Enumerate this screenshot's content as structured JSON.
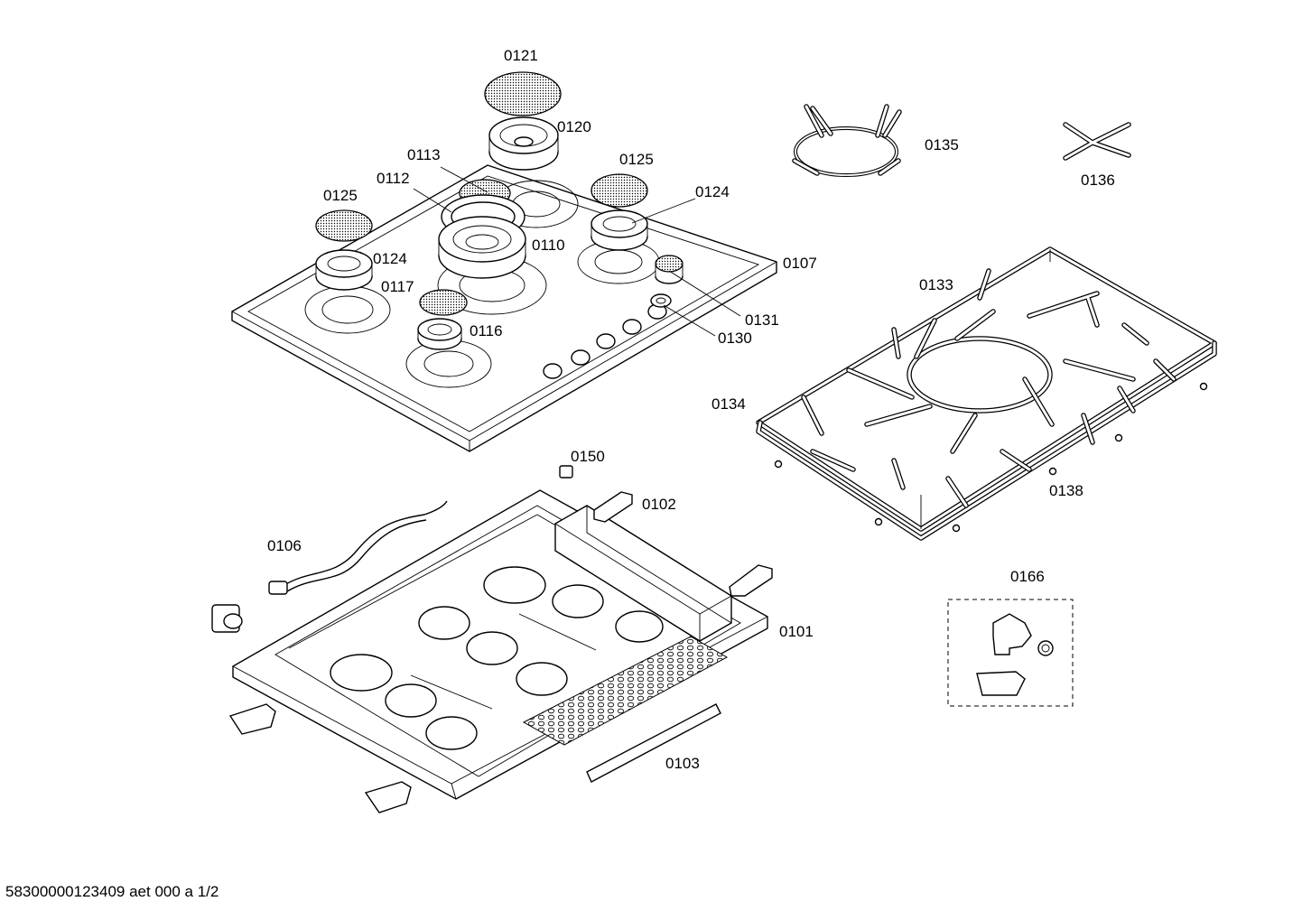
{
  "labels": {
    "l0121": "0121",
    "l0120": "0120",
    "l0113": "0113",
    "l0112": "0112",
    "l0125a": "0125",
    "l0125b": "0125",
    "l0124a": "0124",
    "l0124b": "0124",
    "l0110": "0110",
    "l0117": "0117",
    "l0116": "0116",
    "l0107": "0107",
    "l0131": "0131",
    "l0130": "0130",
    "l0135": "0135",
    "l0136": "0136",
    "l0133": "0133",
    "l0134": "0134",
    "l0138": "0138",
    "l0150": "0150",
    "l0102": "0102",
    "l0106": "0106",
    "l0101": "0101",
    "l0103": "0103",
    "l0166": "0166"
  },
  "footer": "58300000123409 aet 000 a 1/2"
}
